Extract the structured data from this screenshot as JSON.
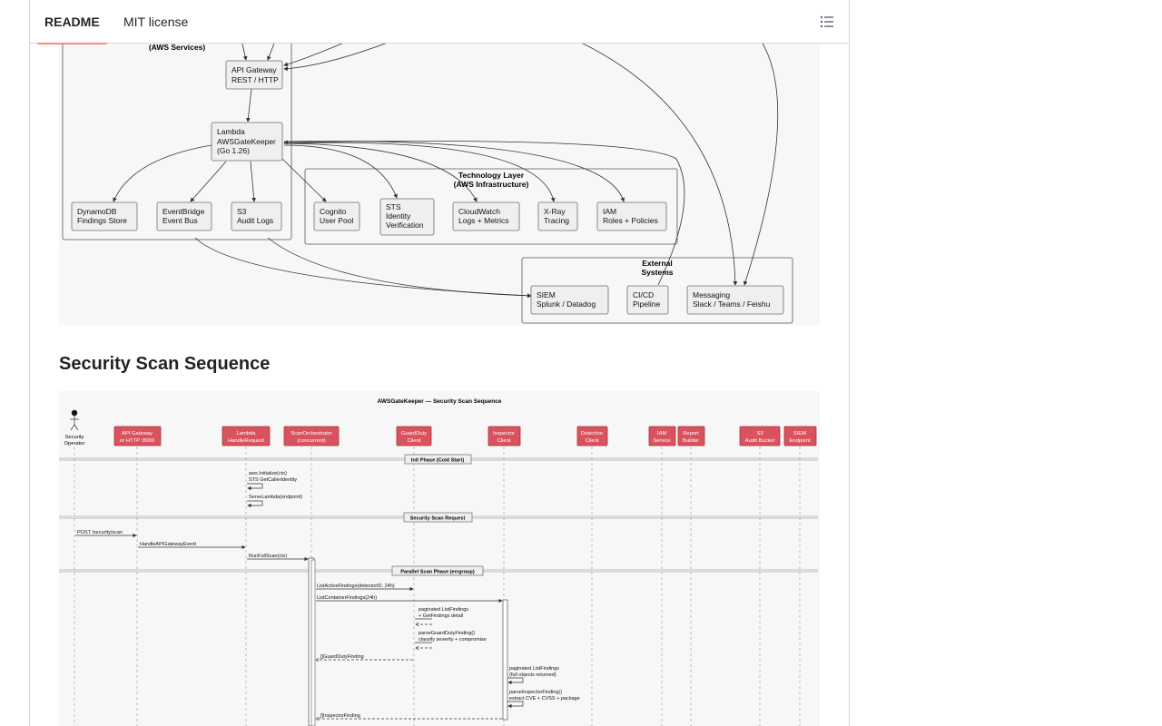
{
  "tabs": [
    {
      "label": "README",
      "active": true
    },
    {
      "label": "MIT license",
      "active": false
    }
  ],
  "toc_icon": "list-unordered-icon",
  "architecture": {
    "aws_group_label": "(AWS Services)",
    "api_gateway": [
      "API Gateway",
      "REST / HTTP"
    ],
    "lambda": [
      "Lambda",
      "AWSGateKeeper",
      "(Go 1.26)"
    ],
    "dynamodb": [
      "DynamoDB",
      "Findings Store"
    ],
    "eventbridge": [
      "EventBridge",
      "Event Bus"
    ],
    "s3": [
      "S3",
      "Audit Logs"
    ],
    "tech_layer": [
      "Technology Layer",
      "(AWS Infrastructure)"
    ],
    "cognito": [
      "Cognito",
      "User Pool"
    ],
    "sts": [
      "STS",
      "Identity",
      "Verification"
    ],
    "cloudwatch": [
      "CloudWatch",
      "Logs + Metrics"
    ],
    "xray": [
      "X-Ray",
      "Tracing"
    ],
    "iam": [
      "IAM",
      "Roles + Policies"
    ],
    "external": [
      "External",
      "Systems"
    ],
    "siem": [
      "SIEM",
      "Splunk / Datadog"
    ],
    "cicd": [
      "CI/CD",
      "Pipeline"
    ],
    "messaging": [
      "Messaging",
      "Slack / Teams / Feishu"
    ]
  },
  "section_heading": "Security Scan Sequence",
  "sequence": {
    "title": "AWSGateKeeper — Security Scan Sequence",
    "actor": [
      "Security",
      "Operator"
    ],
    "participants": [
      [
        "API Gateway",
        "or HTTP :8000"
      ],
      [
        "Lambda",
        "HandleRequest"
      ],
      [
        "ScanOrchestrator",
        "(concurrent)"
      ],
      [
        "GuardDuty",
        "Client"
      ],
      [
        "Inspector",
        "Client"
      ],
      [
        "Detective",
        "Client"
      ],
      [
        "IAM",
        "Service"
      ],
      [
        "Report",
        "Builder"
      ],
      [
        "S3",
        "Audit Bucket"
      ],
      [
        "SIEM",
        "Endpoint"
      ]
    ],
    "phases": [
      "Init Phase (Cold Start)",
      "Security Scan Request",
      "Parallel Scan Phase (errgroup)"
    ],
    "messages": {
      "init1": [
        "aws.Initialize(ctx)",
        "STS GetCallerIdentity"
      ],
      "init2": "ServeLambda(endpoint)",
      "post": "POST /security/scan",
      "handle": "HandleAPIGatewayEvent",
      "runfull": "RunFullScan(ctx)",
      "listactive": "ListActiveFindings(detectorID, 24h)",
      "listcontainer": "ListContainerFindings(24h)",
      "gd_page": [
        "paginated ListFindings",
        "+ GetFindings detail"
      ],
      "gd_parse": [
        "parseGuardDutyFinding()",
        "classify severity + compromise"
      ],
      "gd_return": "[]GuardDutyFinding",
      "insp_page": [
        "paginated ListFindings",
        "(full objects returned)"
      ],
      "insp_parse": [
        "parseInspectorFinding()",
        "extract CVE + CVSS + package"
      ],
      "insp_return": "[]InspectorFinding"
    }
  }
}
